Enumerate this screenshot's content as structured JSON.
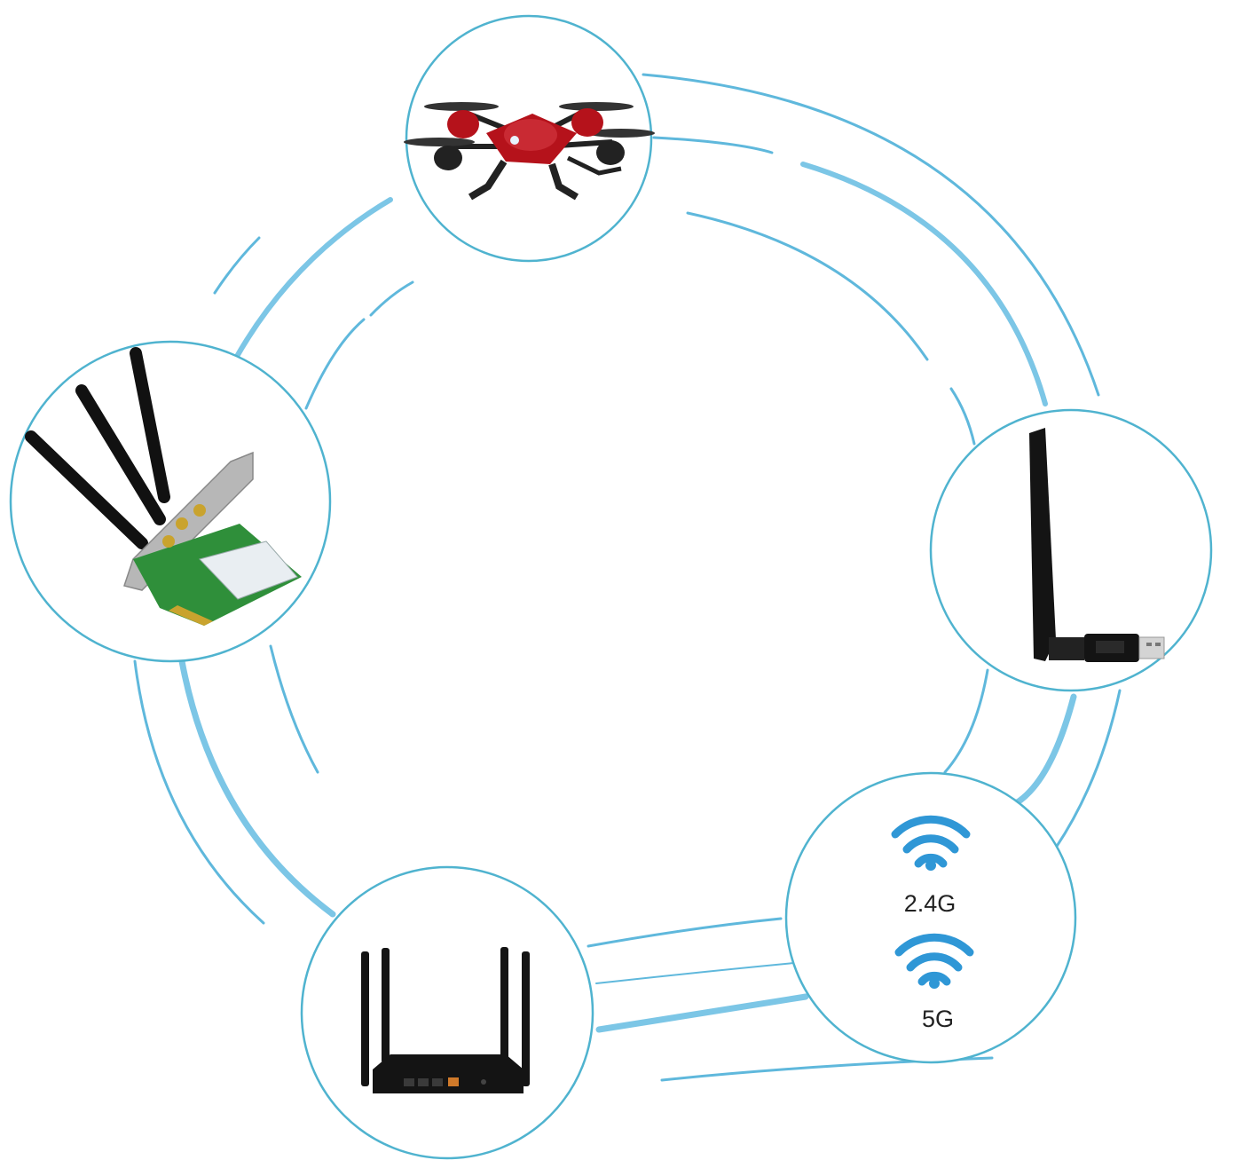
{
  "colors": {
    "ring_light": "#5fb8dc",
    "ring_thick": "#7cc6e6",
    "circle_border": "#4fb3cf",
    "wifi_blue": "#2f97d6",
    "drone_red": "#b5121b",
    "device_black": "#141414",
    "pcb_green": "#2f8f3a"
  },
  "nodes": [
    {
      "name": "drone",
      "icon": "drone-icon"
    },
    {
      "name": "usb-wifi-adapter",
      "icon": "usb-adapter-icon"
    },
    {
      "name": "wifi-bands",
      "icon": "wifi-icon"
    },
    {
      "name": "router",
      "icon": "router-icon"
    },
    {
      "name": "pcie-wifi-card",
      "icon": "pcie-card-icon"
    }
  ],
  "bands": [
    {
      "label": "2.4G",
      "icon": "wifi-icon"
    },
    {
      "label": "5G",
      "icon": "wifi-icon"
    }
  ]
}
